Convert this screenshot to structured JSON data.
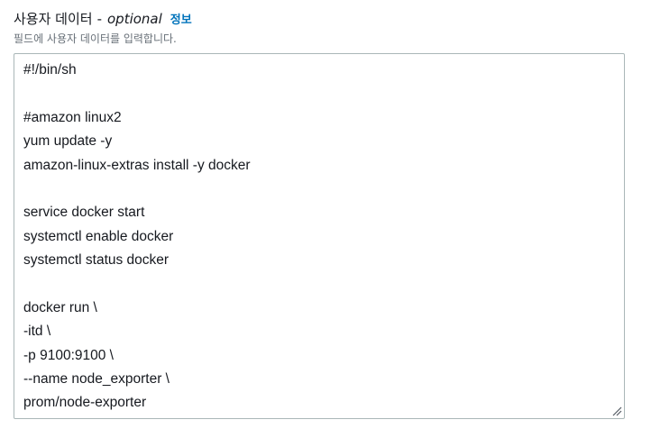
{
  "field": {
    "label": "사용자 데이터",
    "separator": "-",
    "optional": "optional",
    "info_link": "정보",
    "description": "필드에 사용자 데이터를 입력합니다."
  },
  "user_data": {
    "lines": [
      "#!/bin/sh",
      "",
      "#amazon linux2",
      "yum update -y",
      "amazon-linux-extras install -y docker",
      "",
      "service docker start",
      "systemctl enable docker",
      "systemctl status docker",
      "",
      "docker run \\",
      "-itd \\",
      "-p 9100:9100 \\",
      "--name node_exporter \\",
      "prom/node-exporter"
    ]
  }
}
